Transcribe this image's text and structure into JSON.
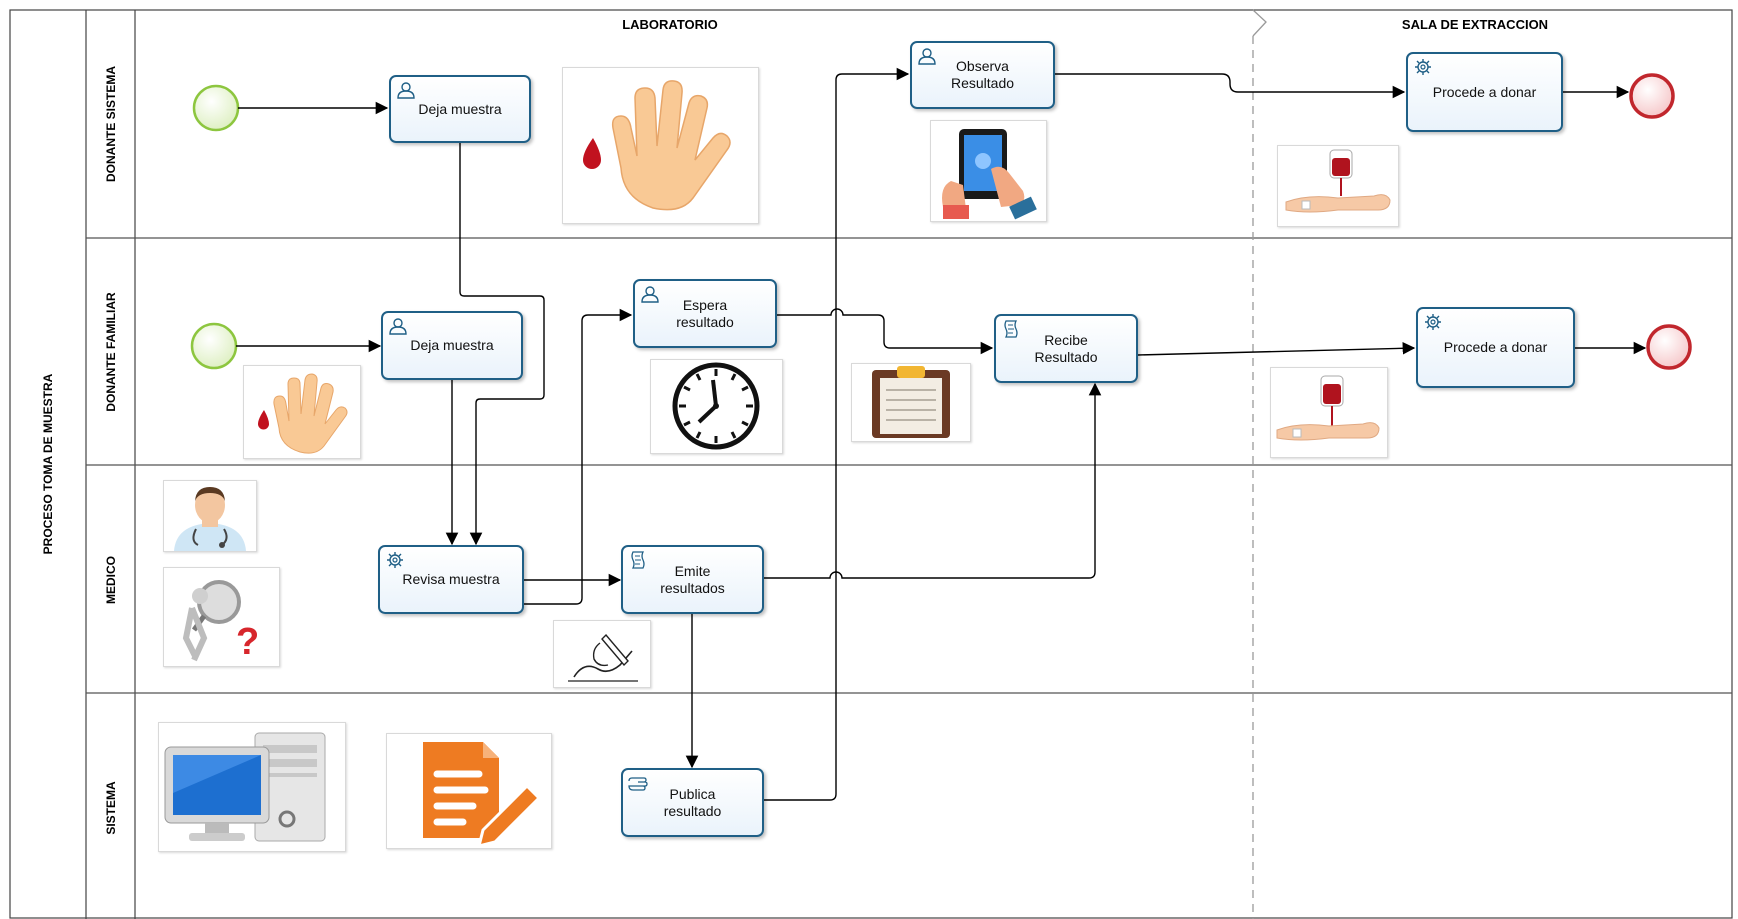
{
  "pool": {
    "label": "PROCESO TOMA DE MUESTRA"
  },
  "phases": [
    {
      "id": "laboratorio",
      "label": "LABORATORIO"
    },
    {
      "id": "sala",
      "label": "SALA DE EXTRACCION"
    }
  ],
  "lanes": [
    {
      "id": "donante-sistema",
      "label": "DONANTE SISTEMA"
    },
    {
      "id": "donante-familiar",
      "label": "DONANTE FAMILIAR"
    },
    {
      "id": "medico",
      "label": "MEDICO"
    },
    {
      "id": "sistema",
      "label": "SISTEMA"
    }
  ],
  "tasks": {
    "deja_muestra_1": {
      "label": "Deja muestra",
      "icon": "user-task-icon"
    },
    "observa_resultado": {
      "label": "Observa\nResultado",
      "icon": "user-task-icon"
    },
    "procede_donar_1": {
      "label": "Procede a donar",
      "icon": "service-task-icon"
    },
    "deja_muestra_2": {
      "label": "Deja muestra",
      "icon": "user-task-icon"
    },
    "espera_resultado": {
      "label": "Espera\nresultado",
      "icon": "user-task-icon"
    },
    "recibe_resultado": {
      "label": "Recibe\nResultado",
      "icon": "script-task-icon"
    },
    "procede_donar_2": {
      "label": "Procede a donar",
      "icon": "service-task-icon"
    },
    "revisa_muestra": {
      "label": "Revisa muestra",
      "icon": "service-task-icon"
    },
    "emite_resultados": {
      "label": "Emite\nresultados",
      "icon": "script-task-icon"
    },
    "publica_resultado": {
      "label": "Publica\nresultado",
      "icon": "manual-task-icon"
    }
  },
  "colors": {
    "task_border": "#1f5f86",
    "start_event": "#8dc63f",
    "end_event": "#c1272d",
    "lane_line": "#555555",
    "phase_divider": "#999999"
  }
}
